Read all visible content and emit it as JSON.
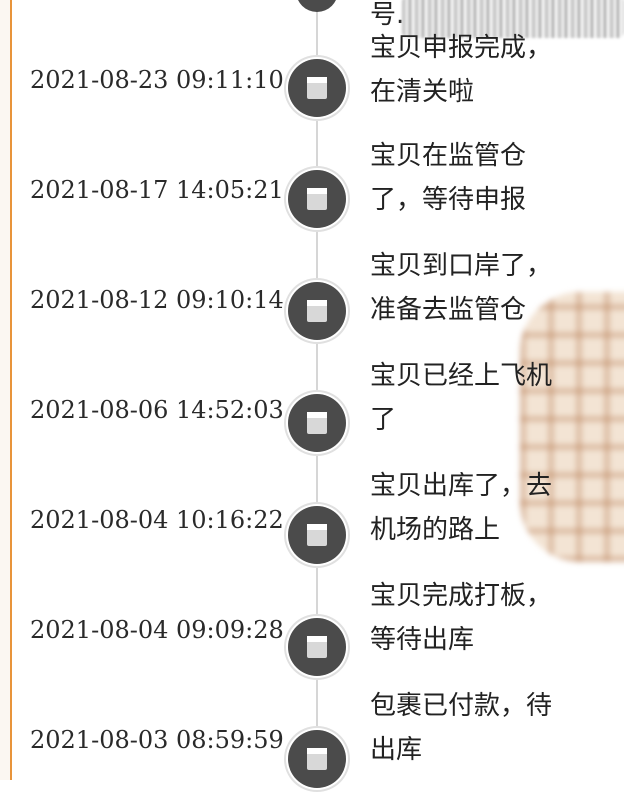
{
  "top_partial": {
    "text": "号."
  },
  "events": [
    {
      "time": "2021-08-23 09:11:10",
      "line1": "宝贝申报完成，",
      "line2": "在清关啦"
    },
    {
      "time": "2021-08-17 14:05:21",
      "line1": "宝贝在监管仓",
      "line2": "了，等待申报"
    },
    {
      "time": "2021-08-12 09:10:14",
      "line1": "宝贝到口岸了，",
      "line2": "准备去监管仓"
    },
    {
      "time": "2021-08-06 14:52:03",
      "line1": "宝贝已经上飞机",
      "line2": "了"
    },
    {
      "time": "2021-08-04 10:16:22",
      "line1": "宝贝出库了，去",
      "line2": "机场的路上"
    },
    {
      "time": "2021-08-04 09:09:28",
      "line1": "宝贝完成打板，",
      "line2": "等待出库"
    },
    {
      "time": "2021-08-03 08:59:59",
      "line1": "包裹已付款，待",
      "line2": "出库"
    }
  ],
  "colors": {
    "accent_rule": "#e8943a",
    "node": "#4b4b4b",
    "line": "#d6d6d6"
  }
}
